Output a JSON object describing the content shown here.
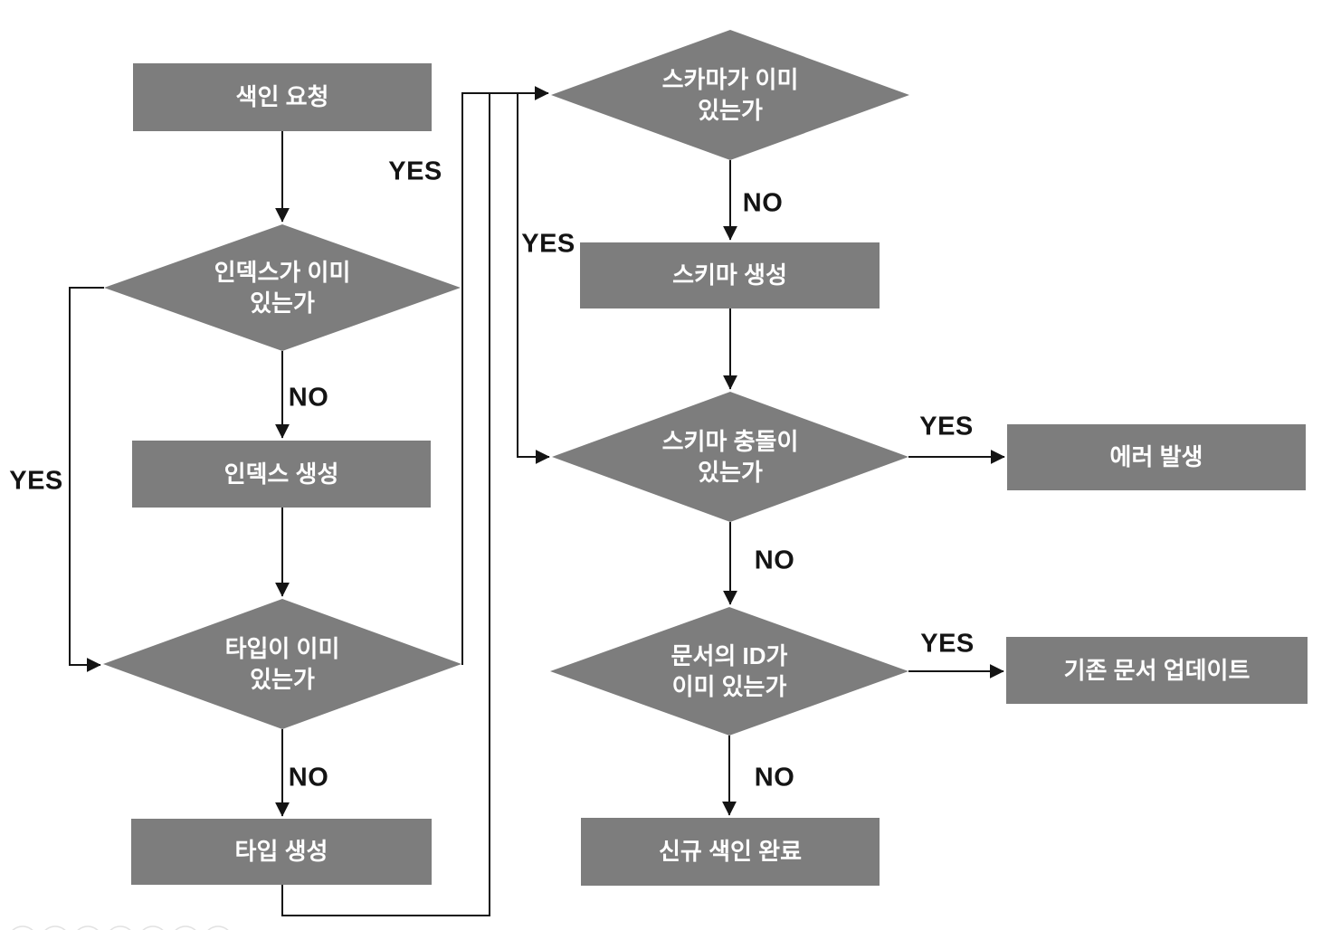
{
  "diagram": {
    "colors": {
      "node_fill": "#7d7d7d",
      "node_text": "#ffffff",
      "line": "#141414",
      "label_text": "#141414",
      "background": "#ffffff",
      "watermark_circle": "#e2e2e2"
    },
    "nodes": {
      "index_request": {
        "label": "색인 요청",
        "type": "process"
      },
      "index_exists": {
        "label": "인덱스가 이미\n있는가",
        "type": "decision"
      },
      "create_index": {
        "label": "인덱스 생성",
        "type": "process"
      },
      "type_exists": {
        "label": "타입이 이미\n있는가",
        "type": "decision"
      },
      "create_type": {
        "label": "타입 생성",
        "type": "process"
      },
      "schema_exists": {
        "label": "스카마가 이미\n있는가",
        "type": "decision"
      },
      "create_schema": {
        "label": "스키마 생성",
        "type": "process"
      },
      "schema_conflict": {
        "label": "스키마 충돌이\n있는가",
        "type": "decision"
      },
      "error_occurred": {
        "label": "에러 발생",
        "type": "process"
      },
      "doc_id_exists": {
        "label": "문서의 ID가\n이미 있는가",
        "type": "decision"
      },
      "update_existing_doc": {
        "label": "기존 문서 업데이트",
        "type": "process"
      },
      "new_index_complete": {
        "label": "신규 색인 완료",
        "type": "process"
      }
    },
    "edge_labels": {
      "index_exists_yes": "YES",
      "index_exists_no": "NO",
      "type_exists_yes": "YES",
      "type_exists_no": "NO",
      "schema_exists_yes": "YES",
      "schema_exists_no": "NO",
      "schema_conflict_yes": "YES",
      "schema_conflict_no": "NO",
      "doc_id_exists_yes": "YES",
      "doc_id_exists_no": "NO"
    }
  }
}
